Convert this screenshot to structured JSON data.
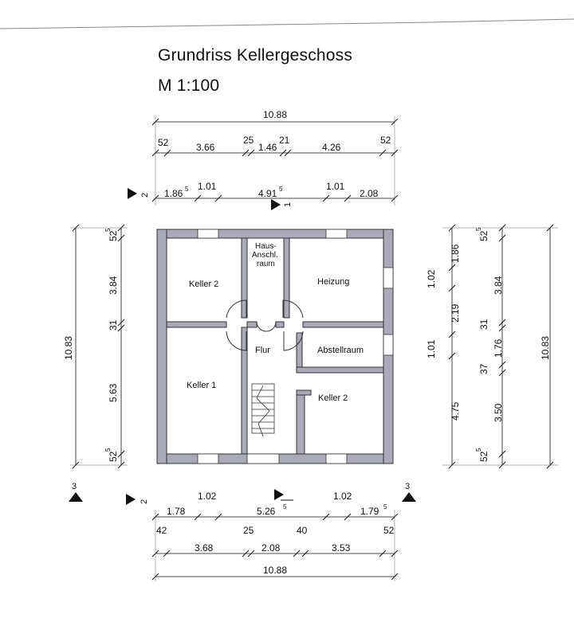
{
  "header": {
    "title": "Grundriss Kellergeschoss",
    "scale": "M 1:100"
  },
  "rooms": {
    "keller2_top": "Keller 2",
    "hausanschluss_1": "Haus-",
    "hausanschluss_2": "Anschl.",
    "hausanschluss_3": "raum",
    "heizung": "Heizung",
    "keller1": "Keller 1",
    "flur": "Flur",
    "abstellraum": "Abstellraum",
    "keller2_bottom": "Keller 2"
  },
  "dims": {
    "top_total": "10.88",
    "top_r1": [
      "52",
      "3.66",
      "25",
      "1.46",
      "21",
      "4.26",
      "52"
    ],
    "top_r2": [
      "1.86",
      "5",
      "1.01",
      "4.91",
      "5",
      "1.01",
      "2.08"
    ],
    "bottom_r1": [
      "1.78",
      "1.02",
      "5.26",
      "5",
      "1.02",
      "1.79",
      "5"
    ],
    "bottom_r2": [
      "42",
      "3.68",
      "25",
      "2.08",
      "40",
      "3.53",
      "52"
    ],
    "bottom_total": "10.88",
    "left_total": "10.83",
    "left_parts": [
      "52",
      "5",
      "3.84",
      "31",
      "5.63",
      "52",
      "5"
    ],
    "right_a": [
      "1.86",
      "1.02",
      "2.19",
      "1.01",
      "4.75"
    ],
    "right_b": [
      "52",
      "5",
      "3.84",
      "31",
      "1.76",
      "37",
      "3.50",
      "52",
      "5"
    ],
    "right_total": "10.83"
  },
  "section_marks": {
    "s1": "1",
    "s2": "2",
    "s3": "3"
  }
}
